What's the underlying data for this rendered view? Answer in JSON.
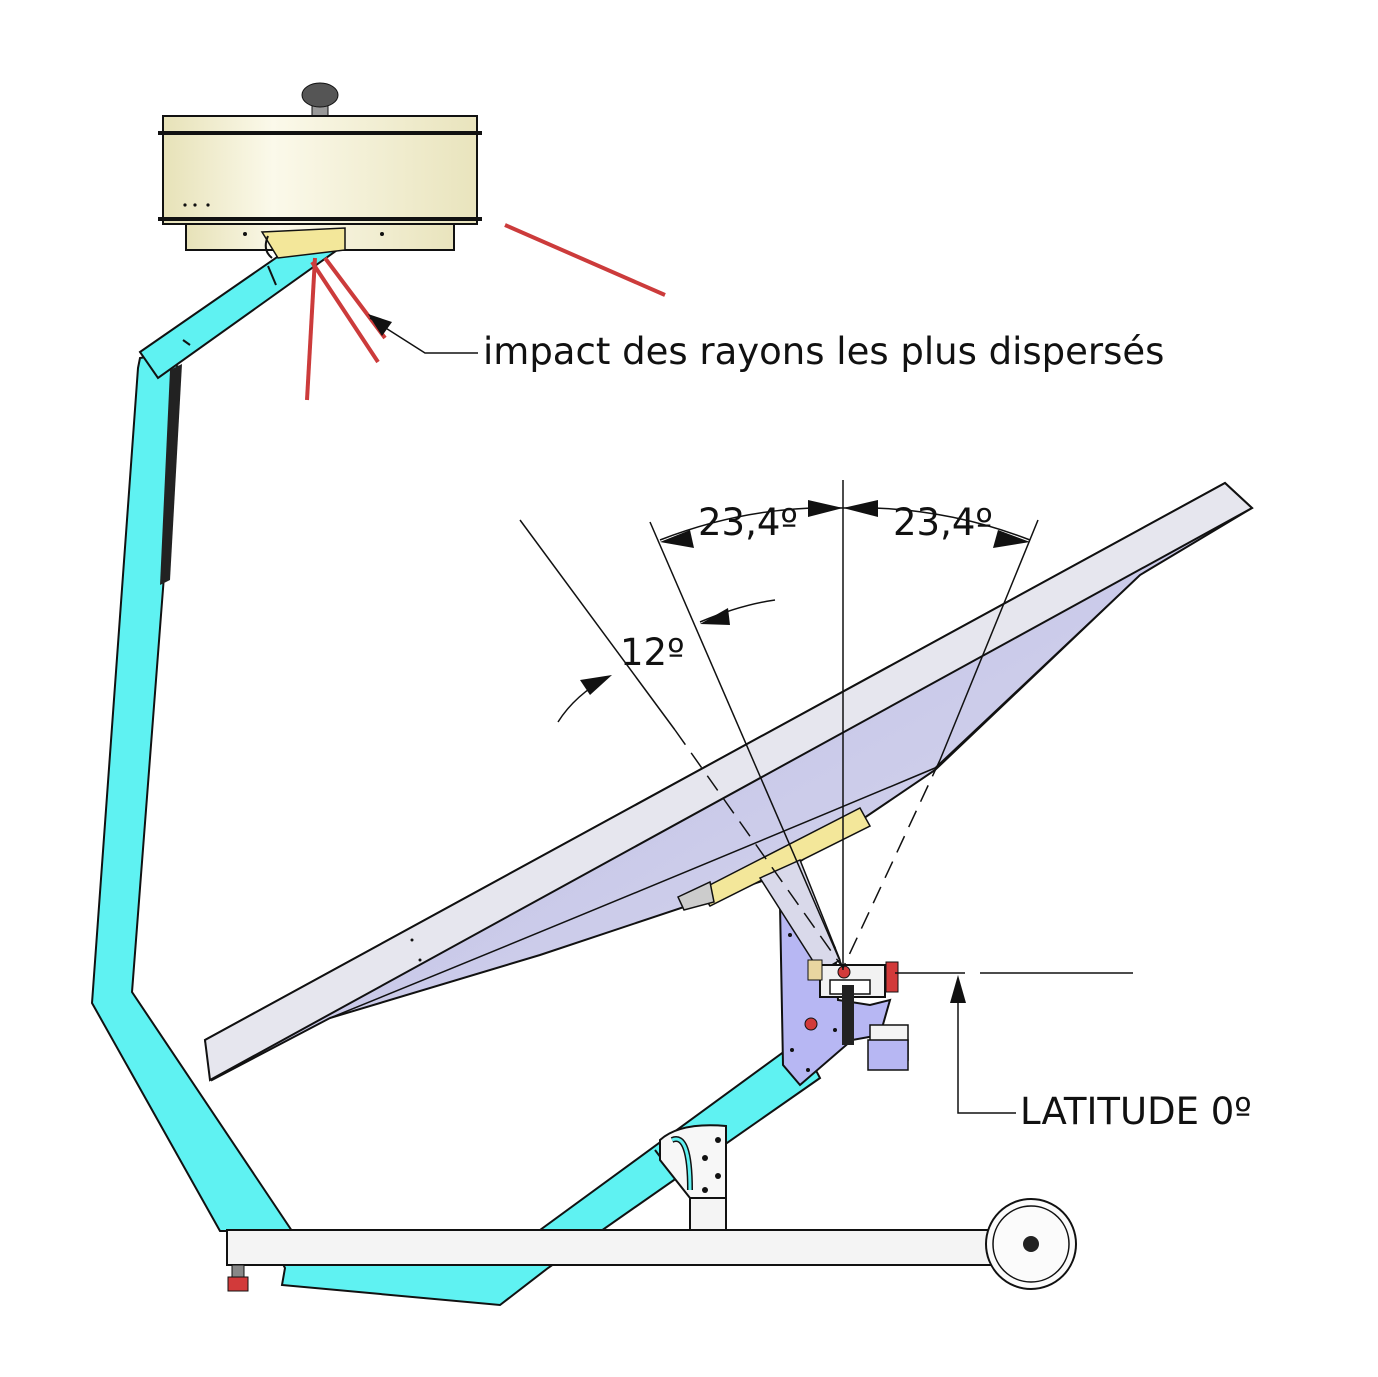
{
  "labels": {
    "impact": "impact des rayons les plus dispersés",
    "angle_left": "23,4º",
    "angle_right": "23,4º",
    "angle_small": "12º",
    "latitude": "LATITUDE 0º"
  },
  "colors": {
    "frame": "#5ff2f2",
    "cooker_body": "#f6f3d8",
    "cooker_bracket": "#f3e79a",
    "reflector": "#c6c6e8",
    "reflector_rim": "#e6e6ee",
    "mount_plate": "#b7b7f3",
    "base_tube": "#f4f4f4",
    "ray": "#cc3b3b",
    "stroke": "#111111",
    "red_foot": "#d23a3a"
  },
  "icons": {
    "wheel": "wheel-icon",
    "knob": "knob-icon"
  }
}
